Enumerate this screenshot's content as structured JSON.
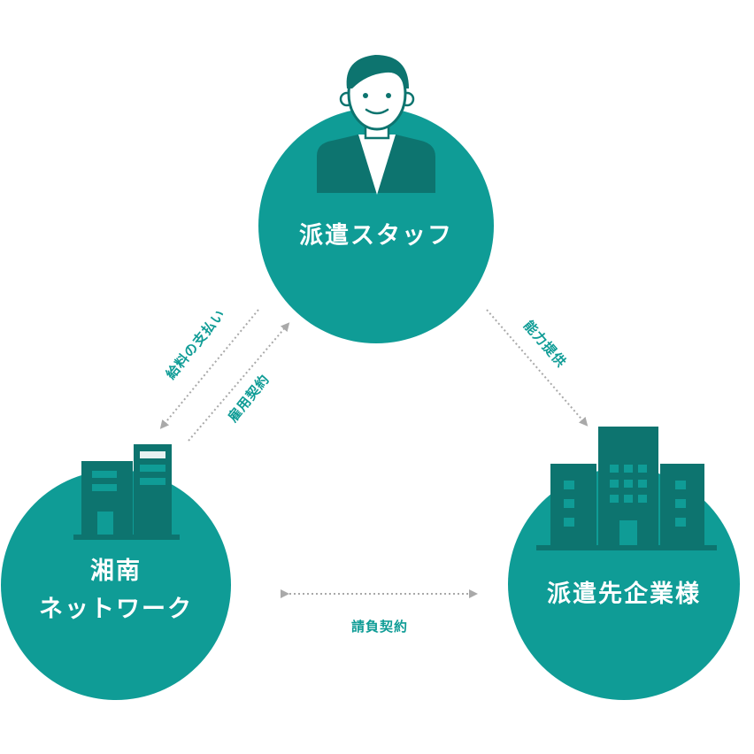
{
  "colors": {
    "circle": "#0f9c96",
    "building": "#0d746f",
    "connector": "#a9a9a9",
    "label": "#0f9c96"
  },
  "nodes": {
    "staff": {
      "label": "派遣スタッフ",
      "icon": "person-icon"
    },
    "agency": {
      "label_line1": "湘南",
      "label_line2": "ネットワーク",
      "icon": "office-building-icon"
    },
    "client": {
      "label": "派遣先企業様",
      "icon": "company-buildings-icon"
    }
  },
  "edges": {
    "salary": "給料の支払い",
    "employment": "雇用契約",
    "ability": "能力提供",
    "contract": "請負契約"
  }
}
